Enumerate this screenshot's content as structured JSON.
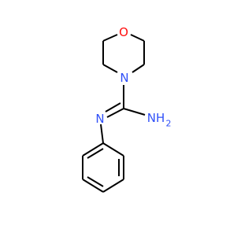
{
  "molecule": {
    "atoms": {
      "oxygen": {
        "symbol": "O",
        "color": "#ff0d0d"
      },
      "ring_nitrogen": {
        "symbol": "N",
        "color": "#3050f8"
      },
      "imine_nitrogen": {
        "symbol": "N",
        "color": "#3050f8"
      },
      "amine_nitrogen": {
        "symbol": "NH",
        "subscript": "2",
        "color": "#3050f8"
      }
    },
    "bond_color": "#000000",
    "background": "#ffffff"
  }
}
